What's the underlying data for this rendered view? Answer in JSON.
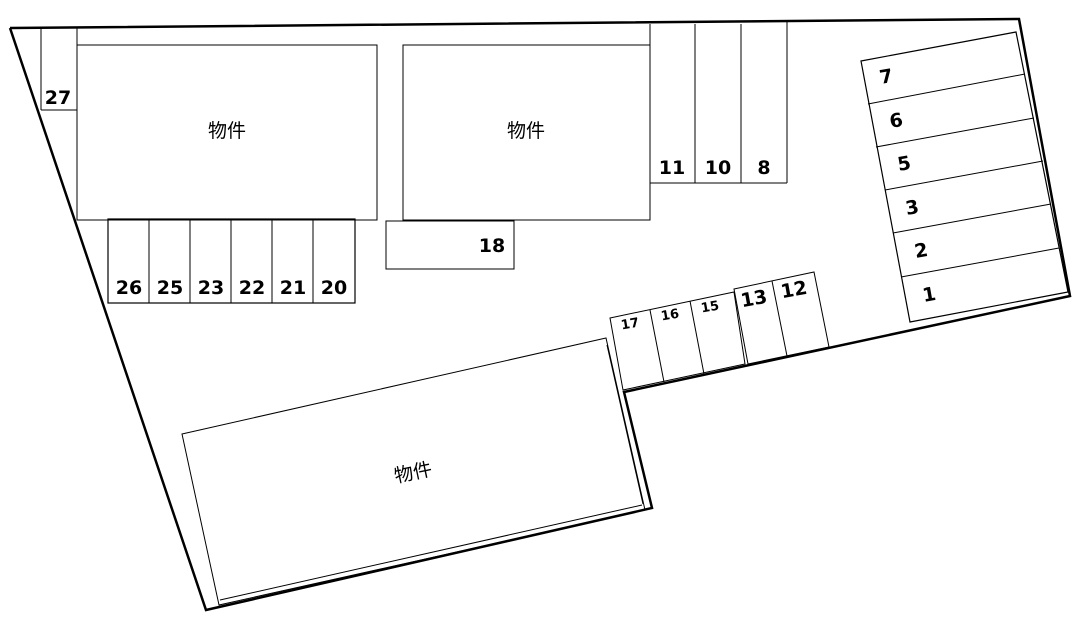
{
  "buildings": [
    {
      "id": "building-top-left",
      "label": "物件"
    },
    {
      "id": "building-top-center",
      "label": "物件"
    },
    {
      "id": "building-bottom",
      "label": "物件"
    }
  ],
  "spaces": {
    "s1": "1",
    "s2": "2",
    "s3": "3",
    "s5": "5",
    "s6": "6",
    "s7": "7",
    "s8": "8",
    "s10": "10",
    "s11": "11",
    "s12": "12",
    "s13": "13",
    "s15": "15",
    "s16": "16",
    "s17": "17",
    "s18": "18",
    "s20": "20",
    "s21": "21",
    "s22": "22",
    "s23": "23",
    "s25": "25",
    "s26": "26",
    "s27": "27"
  },
  "colors": {
    "line": "#000000",
    "background": "#ffffff"
  }
}
